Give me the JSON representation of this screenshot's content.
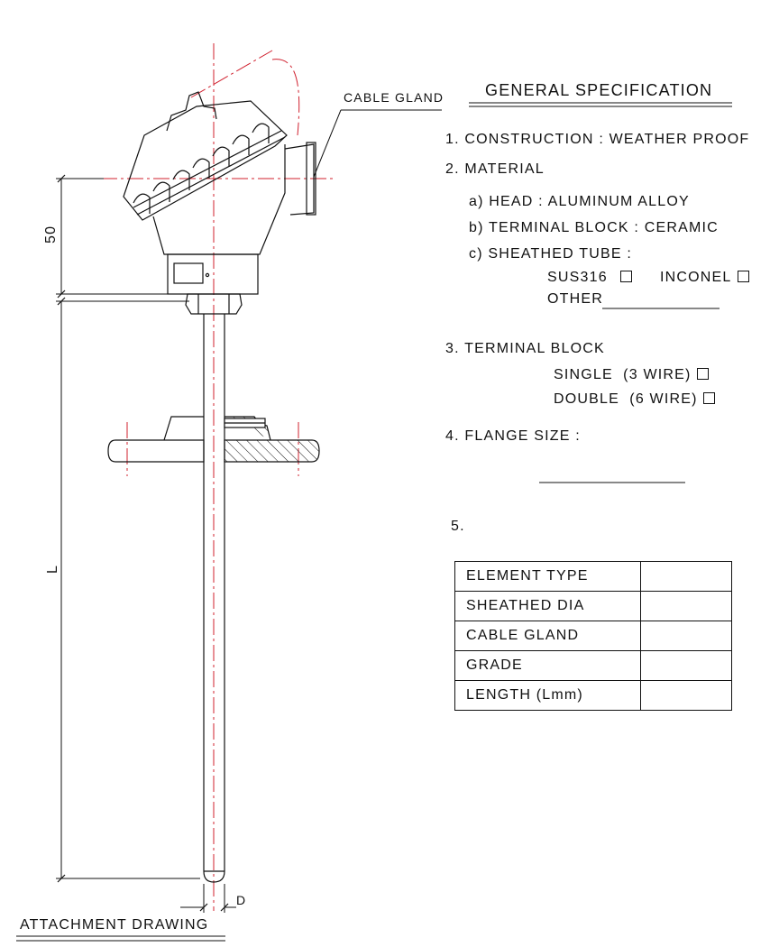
{
  "drawing": {
    "title": "ATTACHMENT DRAWING",
    "cable_gland_label": "CABLE GLAND",
    "dim_head_height": "50",
    "dim_length": "L",
    "dim_diameter": "D"
  },
  "spec": {
    "heading": "GENERAL SPECIFICATION",
    "item1": "1. CONSTRUCTION : WEATHER PROOF",
    "item2": "2. MATERIAL",
    "item2a": "a) HEAD : ALUMINUM ALLOY",
    "item2b": "b) TERMINAL BLOCK : CERAMIC",
    "item2c": "c) SHEATHED TUBE :",
    "opt_sus316": "SUS316",
    "opt_inconel": "INCONEL",
    "opt_other": "OTHER",
    "item3": "3. TERMINAL BLOCK",
    "opt_single": "SINGLE  (3 WIRE)",
    "opt_double": "DOUBLE  (6 WIRE)",
    "item4": "4. FLANGE SIZE :",
    "item5": "5."
  },
  "table": {
    "rows": [
      "ELEMENT TYPE",
      "SHEATHED DIA",
      "CABLE GLAND",
      "GRADE",
      "LENGTH  (Lmm)"
    ]
  },
  "colors": {
    "line": "#111111",
    "centerline": "#d0202e"
  }
}
